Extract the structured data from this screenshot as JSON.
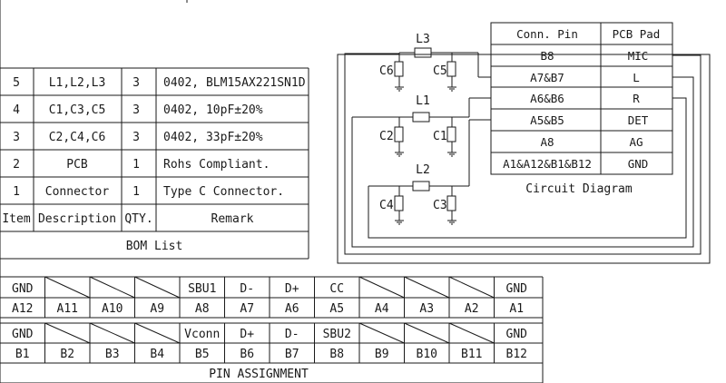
{
  "bom": {
    "rows": [
      {
        "item": "5",
        "description": "L1,L2,L3",
        "qty": "3",
        "remark": "0402, BLM15AX221SN1D"
      },
      {
        "item": "4",
        "description": "C1,C3,C5",
        "qty": "3",
        "remark": "0402, 10pF±20%"
      },
      {
        "item": "3",
        "description": "C2,C4,C6",
        "qty": "3",
        "remark": "0402, 33pF±20%"
      },
      {
        "item": "2",
        "description": "PCB",
        "qty": "1",
        "remark": "Rohs Compliant."
      },
      {
        "item": "1",
        "description": "Connector",
        "qty": "1",
        "remark": "Type C Connector."
      }
    ],
    "header": {
      "item": "Item",
      "description": "Description",
      "qty": "QTY.",
      "remark": "Remark"
    },
    "title": "BOM List"
  },
  "connection_table": {
    "headers": [
      "Conn. Pin",
      "PCB Pad"
    ],
    "rows": [
      {
        "pin": "B8",
        "pad": "MIC"
      },
      {
        "pin": "A7&B7",
        "pad": "L"
      },
      {
        "pin": "A6&B6",
        "pad": "R"
      },
      {
        "pin": "A5&B5",
        "pad": "DET"
      },
      {
        "pin": "A8",
        "pad": "AG"
      },
      {
        "pin": "A1&A12&B1&B12",
        "pad": "GND"
      }
    ],
    "caption": "Circuit Diagram"
  },
  "components": {
    "L1": "L1",
    "L2": "L2",
    "L3": "L3",
    "C1": "C1",
    "C2": "C2",
    "C3": "C3",
    "C4": "C4",
    "C5": "C5",
    "C6": "C6"
  },
  "pin_assignment": {
    "row_a_signals": [
      "GND",
      "",
      "",
      "",
      "SBU1",
      "D-",
      "D+",
      "CC",
      "",
      "",
      "",
      "GND"
    ],
    "row_a_pins": [
      "A12",
      "A11",
      "A10",
      "A9",
      "A8",
      "A7",
      "A6",
      "A5",
      "A4",
      "A3",
      "A2",
      "A1"
    ],
    "row_b_signals": [
      "GND",
      "",
      "",
      "",
      "Vconn",
      "D+",
      "D-",
      "SBU2",
      "",
      "",
      "",
      "GND"
    ],
    "row_b_pins": [
      "B1",
      "B2",
      "B3",
      "B4",
      "B5",
      "B6",
      "B7",
      "B8",
      "B9",
      "B10",
      "B11",
      "B12"
    ],
    "title": "PIN ASSIGNMENT"
  }
}
